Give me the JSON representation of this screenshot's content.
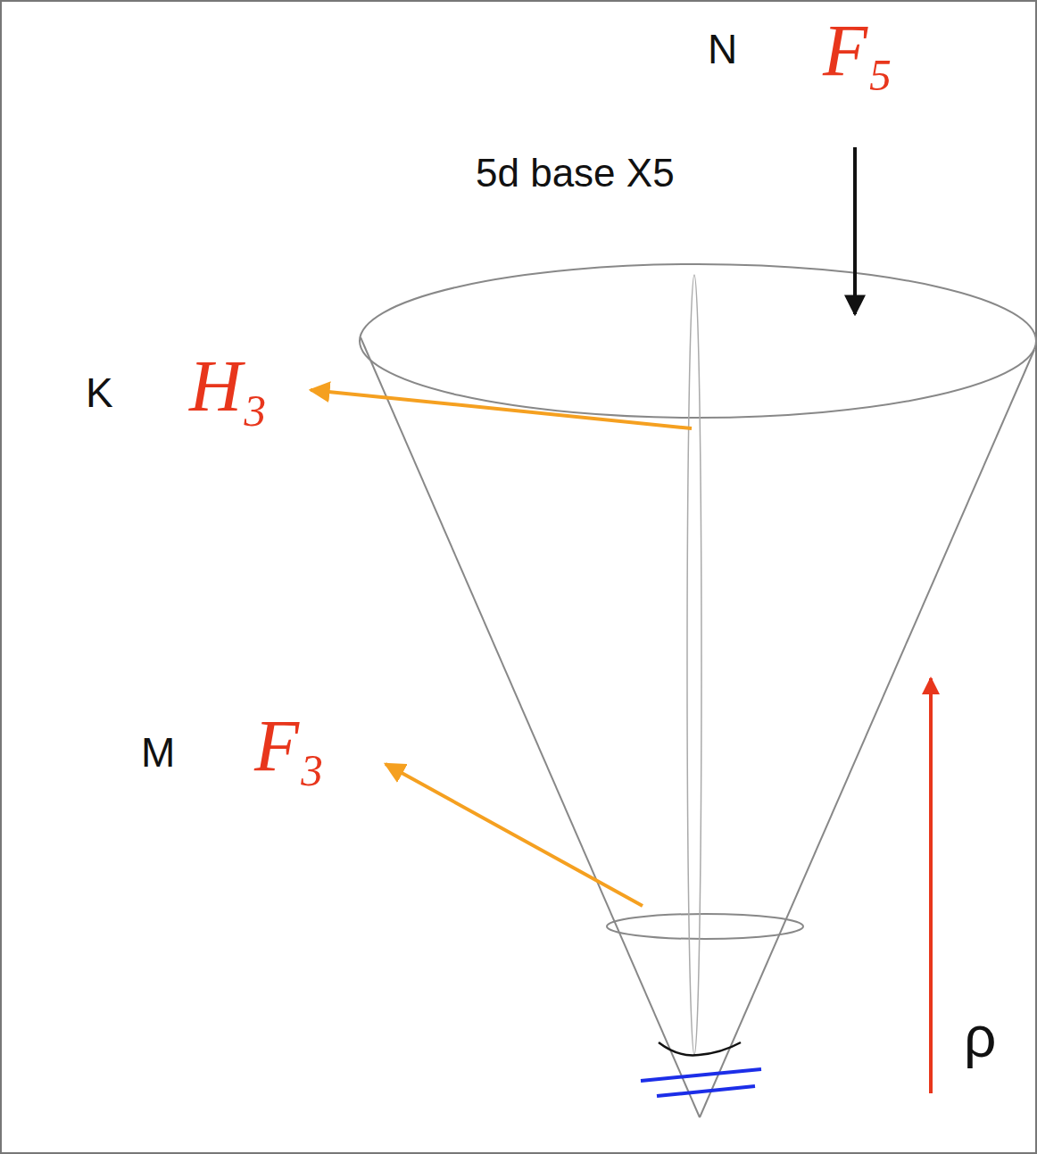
{
  "diagram": {
    "labels": [
      "N",
      "F₅",
      "5d base X5",
      "K",
      "H₃",
      "M",
      "F₃",
      "ρ"
    ]
  }
}
